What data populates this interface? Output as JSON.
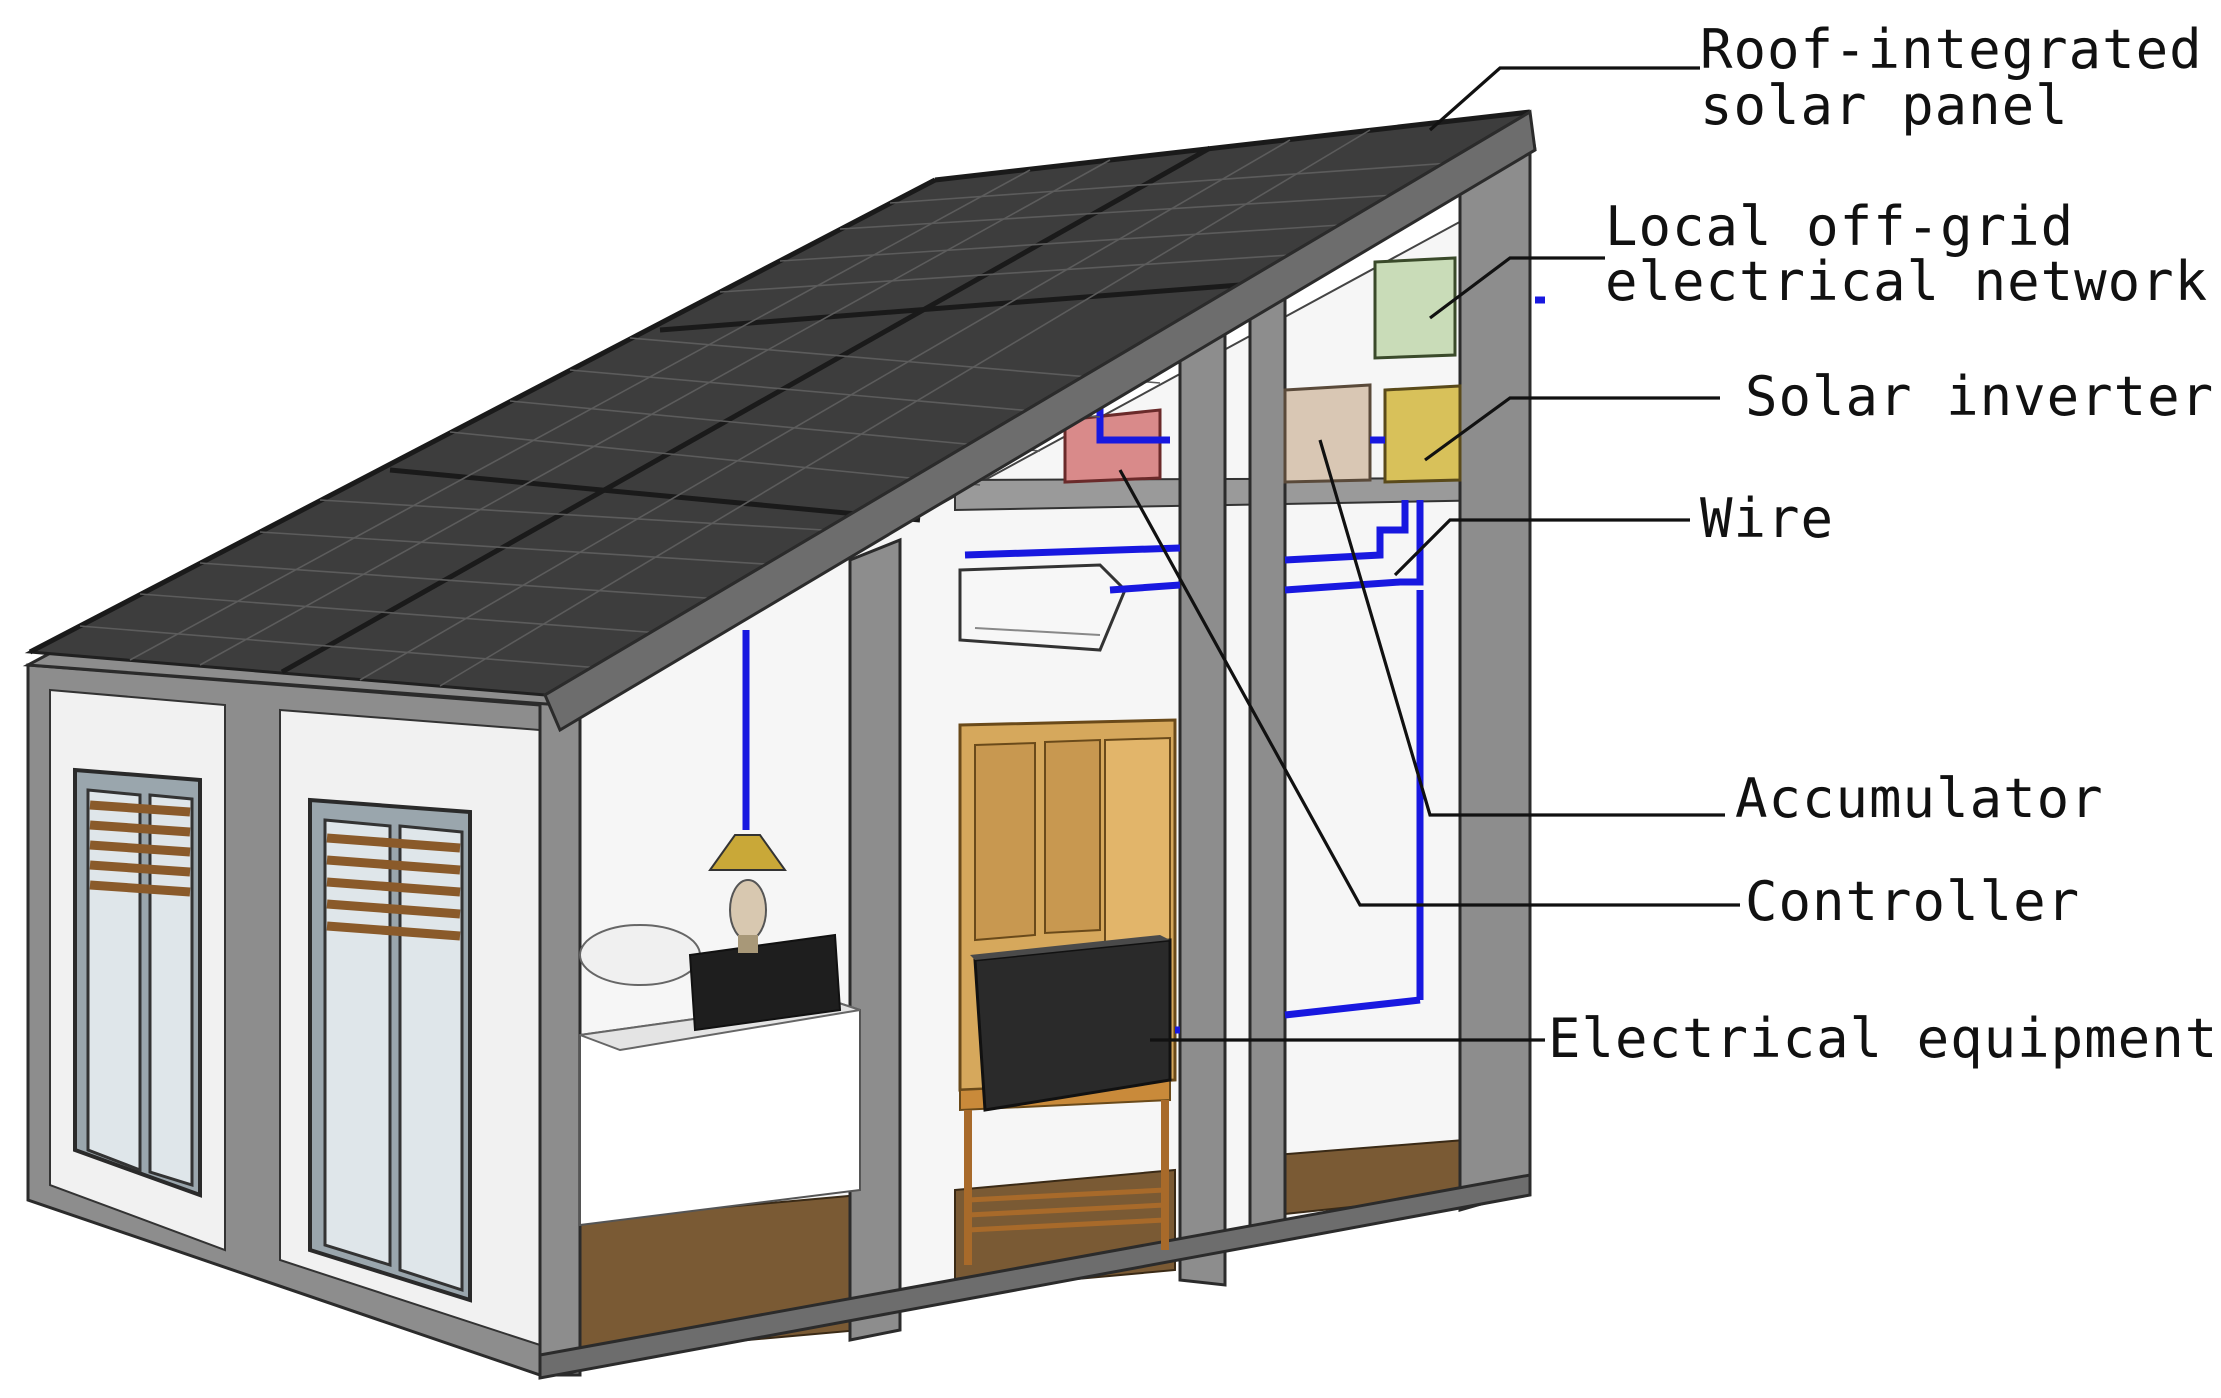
{
  "labels": {
    "roof_panel_line1": "Roof-integrated",
    "roof_panel_line2": "solar panel",
    "network_line1": "Local off-grid",
    "network_line2": "electrical network",
    "inverter": "Solar inverter",
    "wire": "Wire",
    "accumulator": "Accumulator",
    "controller": "Controller",
    "equipment": "Electrical equipment"
  },
  "colors": {
    "wire": "#1818e0",
    "solar_panel": "#3d3d3d",
    "frame": "#8d8d8d",
    "floor": "#7a5a34",
    "inverter_box": "#d8c15a",
    "network_box": "#c9dcb8",
    "accumulator_box": "#d9c7b4",
    "controller_box": "#d98a8a",
    "wardrobe": "#d6a85c",
    "tv": "#2a2a2a"
  },
  "icons": {
    "house": "prefab-house-illustration",
    "panel": "solar-panel-icon",
    "bed": "bed-icon",
    "lamp": "lamp-icon",
    "tv": "tv-icon",
    "wardrobe": "wardrobe-icon",
    "ac": "air-conditioner-icon"
  }
}
